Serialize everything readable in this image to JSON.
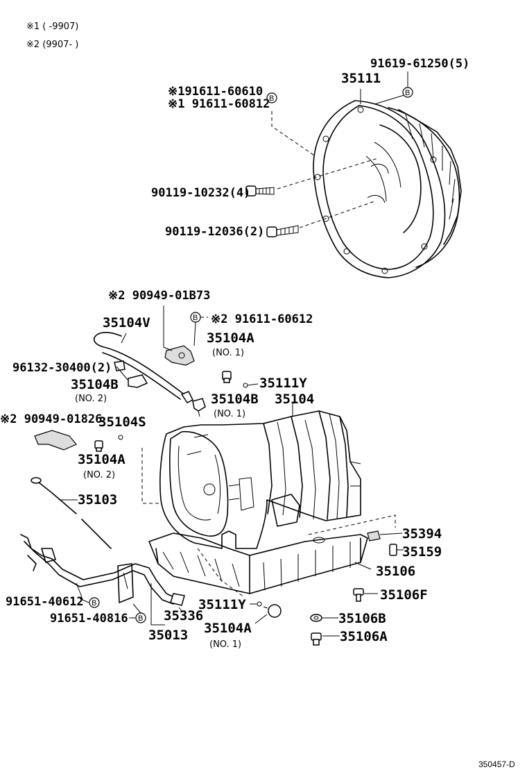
{
  "legend": {
    "note1": "※1 (    -9907)",
    "note2": "※2 (9907-    )"
  },
  "labels": {
    "p91619": "91619-61250(5)",
    "p35111": "35111",
    "p91611_60610": "※191611-60610",
    "p91611_60812": "※1 91611-60812",
    "p90119_10232": "90119-10232(4)",
    "p90119_12036": "90119-12036(2)",
    "p90949_01B73": "※2 90949-01B73",
    "p91611_60612": "※2 91611-60612",
    "p35104V": "35104V",
    "p35104A_top": "35104A",
    "no1_a": "(NO. 1)",
    "p96132": "96132-30400(2)",
    "p35104B_l": "35104B",
    "no2_a": "(NO. 2)",
    "p35111Y_top": "35111Y",
    "p35104B_r": "35104B",
    "p35104": "35104",
    "no1_b": "(NO. 1)",
    "p90949_01826": "※2 90949-01826",
    "p35104S": "35104S",
    "p35104A_mid": "35104A",
    "no2_b": "(NO. 2)",
    "p35103": "35103",
    "p35394": "35394",
    "p35159": "35159",
    "p35106": "35106",
    "p91651_40612": "91651-40612",
    "p35106F": "35106F",
    "p35111Y_bot": "35111Y",
    "p91651_40816": "91651-40816",
    "p35336": "35336",
    "p35106B": "35106B",
    "p35104A_bot": "35104A",
    "p35013": "35013",
    "p35106A": "35106A",
    "no1_c": "(NO. 1)",
    "diagram_code": "350457-D",
    "b_mark": "B"
  }
}
